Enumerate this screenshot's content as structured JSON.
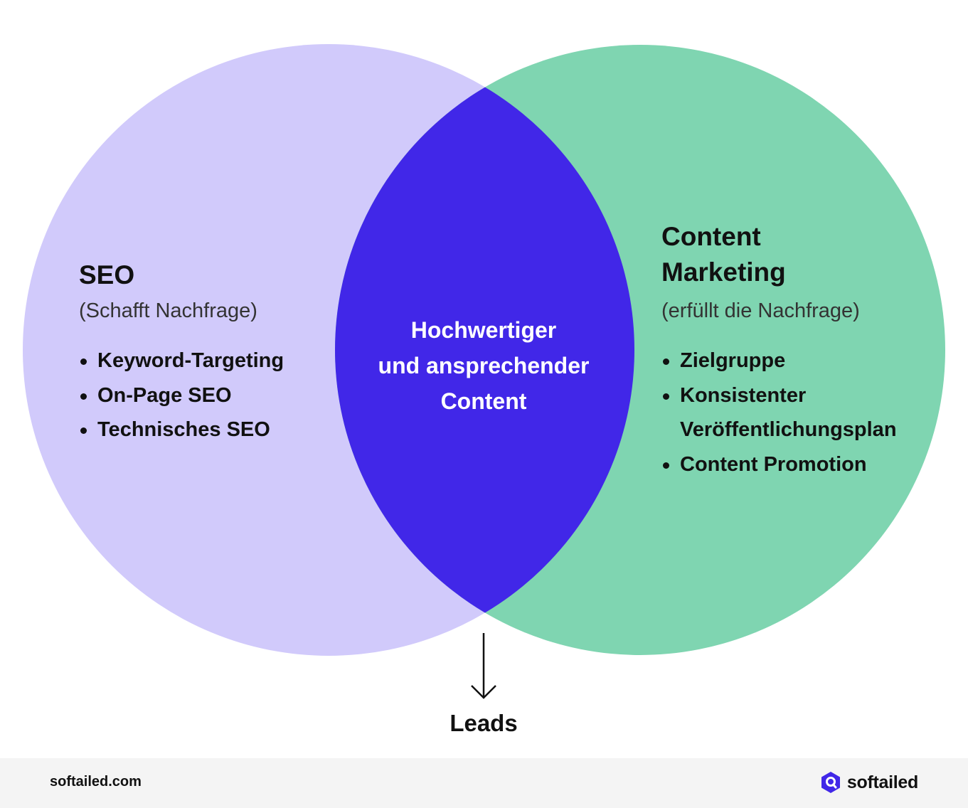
{
  "colors": {
    "seo_circle": "#d1cafb",
    "content_circle": "#7fd5b1",
    "overlap": "#4127e8",
    "footer_bg": "#f4f4f4",
    "brand_accent": "#4127e8"
  },
  "left": {
    "title": "SEO",
    "subtitle": "(Schafft Nachfrage)",
    "items": [
      "Keyword-Targeting",
      "On-Page SEO",
      "Technisches SEO"
    ]
  },
  "right": {
    "title_line1": "Content",
    "title_line2": "Marketing",
    "subtitle": "(erfüllt die Nachfrage)",
    "items": [
      "Zielgruppe",
      "Konsistenter Veröffentlichungsplan",
      "Content Promotion"
    ]
  },
  "center": {
    "line1": "Hochwertiger",
    "line2": "und ansprechender",
    "line3": "Content"
  },
  "result": {
    "label": "Leads",
    "icon": "arrow-down-icon"
  },
  "footer": {
    "domain": "softailed.com",
    "brand": "softailed",
    "logo_icon": "softailed-logo-icon"
  }
}
